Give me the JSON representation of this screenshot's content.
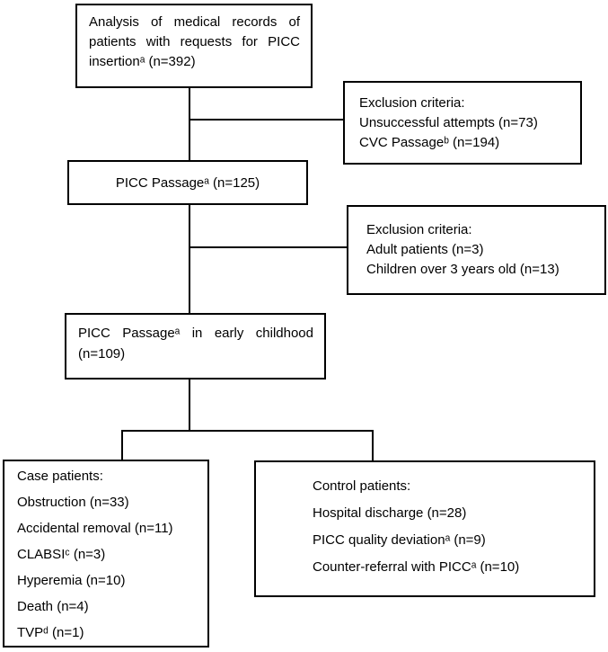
{
  "colors": {
    "background": "#ffffff",
    "border": "#000000",
    "text": "#000000"
  },
  "flowchart": {
    "analysis_box": {
      "lines": [
        "Analysis of medical records of",
        "patients with requests for PICC",
        "insertionᵃ (n=392)"
      ]
    },
    "exclusion1_box": {
      "lines": [
        "Exclusion criteria:",
        "Unsuccessful attempts (n=73)",
        "CVC Passageᵇ (n=194)"
      ]
    },
    "picc_passage_box": {
      "label": "PICC Passageᵃ (n=125)"
    },
    "exclusion2_box": {
      "lines": [
        "Exclusion criteria:",
        "Adult patients (n=3)",
        "Children over 3 years old (n=13)"
      ]
    },
    "early_childhood_box": {
      "lines": [
        "PICC Passageᵃ in early childhood",
        "(n=109)"
      ]
    },
    "case_box": {
      "lines": [
        "Case patients:",
        "Obstruction (n=33)",
        "Accidental removal (n=11)",
        "CLABSIᶜ (n=3)",
        "Hyperemia (n=10)",
        "Death (n=4)",
        "TVPᵈ (n=1)"
      ]
    },
    "control_box": {
      "lines": [
        "Control patients:",
        "Hospital discharge (n=28)",
        "PICC quality deviationᵃ (n=9)",
        "Counter-referral with PICCᵃ (n=10)"
      ]
    }
  }
}
